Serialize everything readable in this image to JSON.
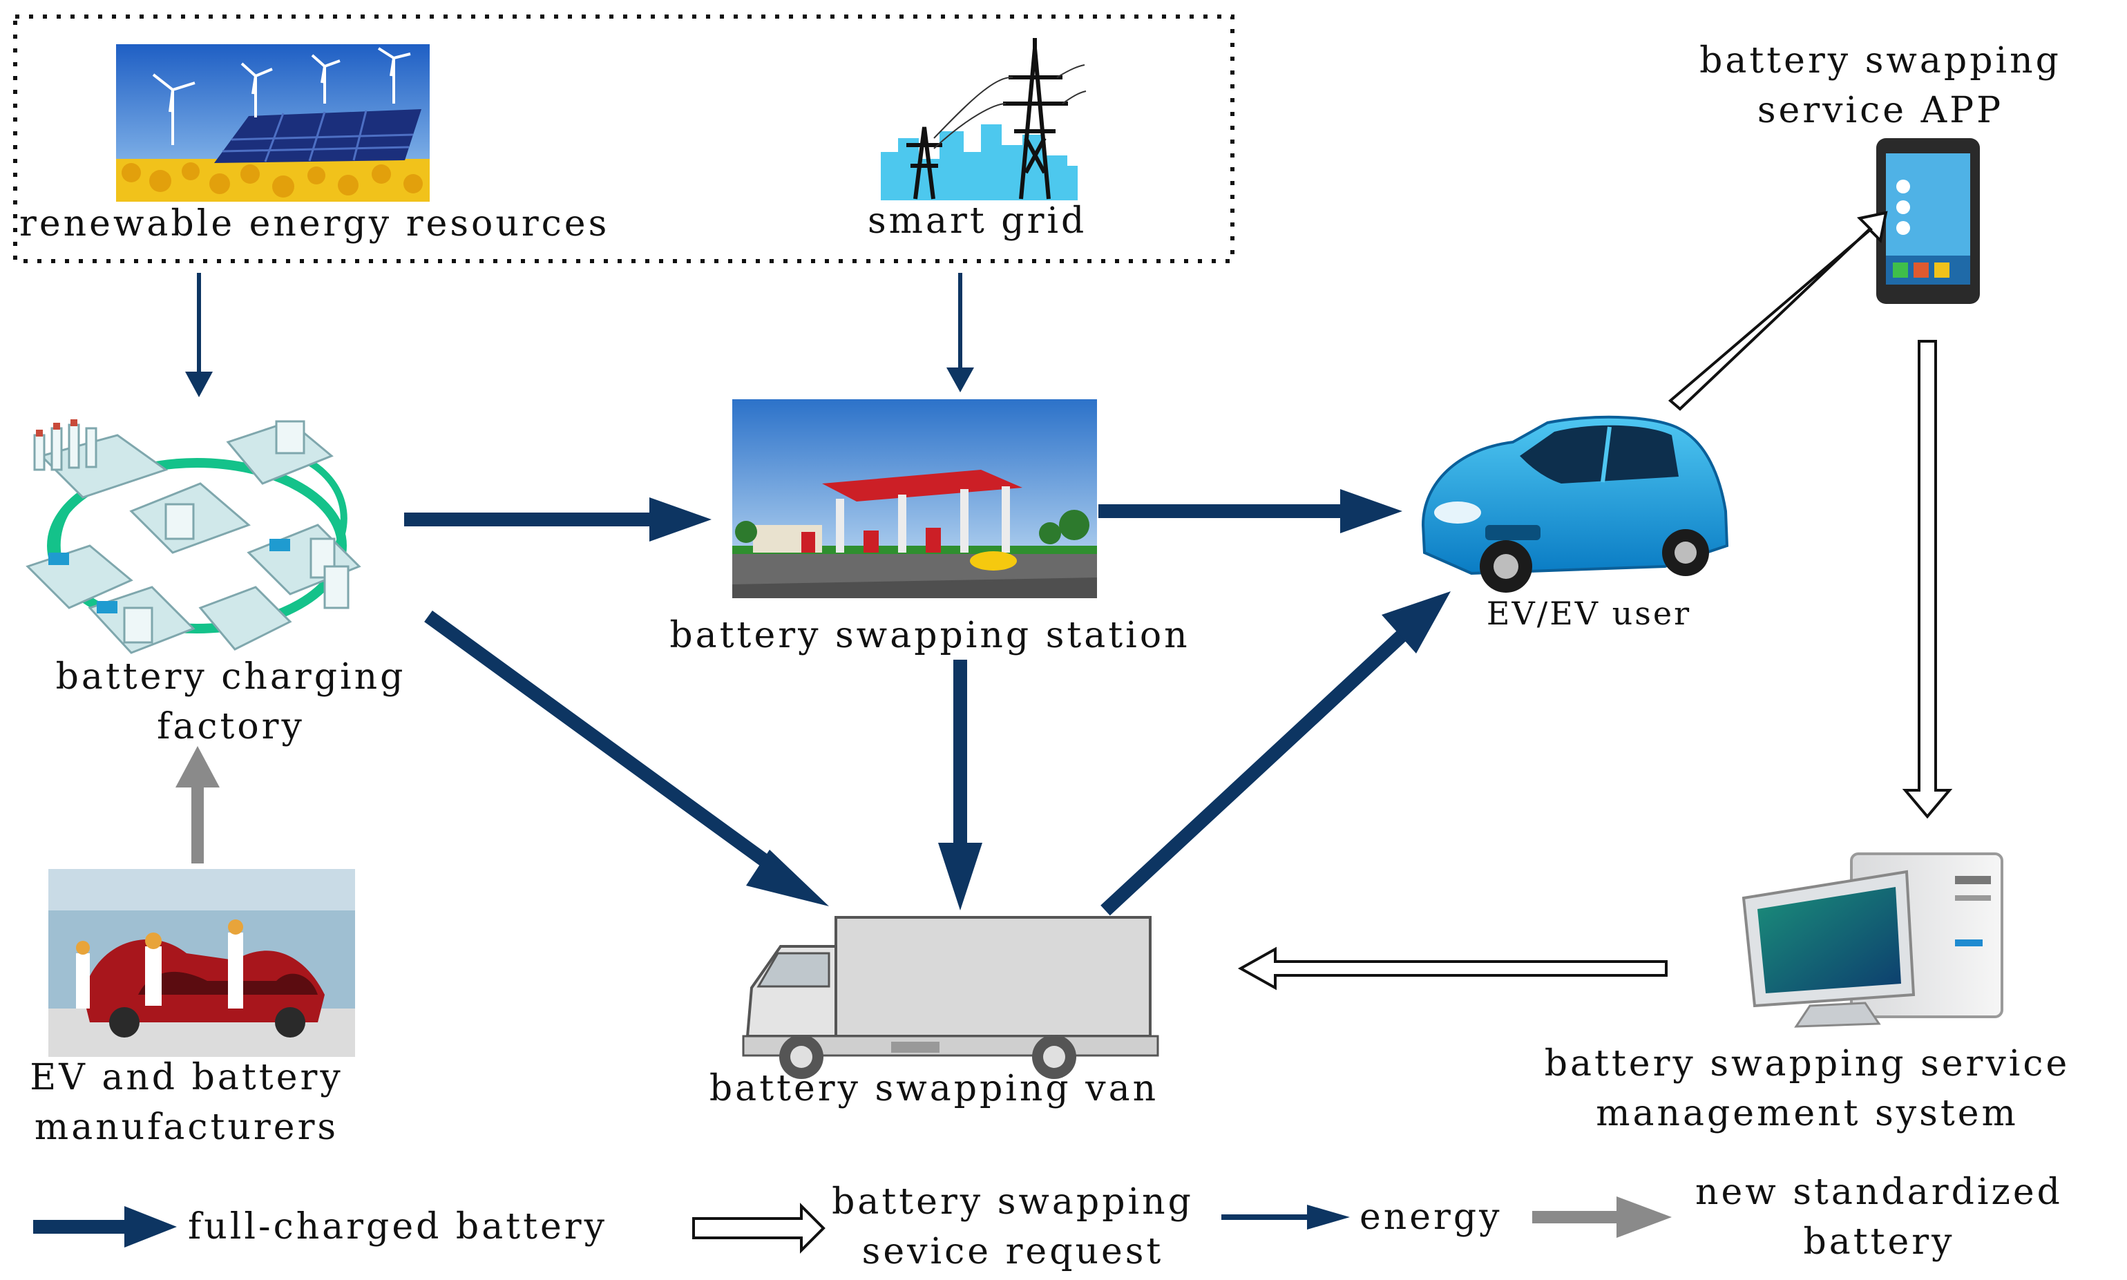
{
  "nodes": {
    "renewable": "renewable energy resources",
    "smart_grid": "smart grid",
    "app_line1": "battery swapping",
    "app_line2": "service APP",
    "factory_line1": "battery charging",
    "factory_line2": "factory",
    "station": "battery swapping station",
    "ev_user": "EV/EV user",
    "manufacturers_line1": "EV and battery",
    "manufacturers_line2": "manufacturers",
    "van": "battery swapping van",
    "mgmt_line1": "battery swapping service",
    "mgmt_line2": "management system"
  },
  "legend": {
    "full_charged": "full-charged battery",
    "request_line1": "battery swapping",
    "request_line2": "sevice request",
    "energy": "energy",
    "new_battery_line1": "new standardized",
    "new_battery_line2": "battery"
  },
  "colors": {
    "battery_flow": "#0d3562",
    "request_flow": "#ffffff",
    "new_battery_flow": "#8a8a8a",
    "frame": "#111111"
  }
}
